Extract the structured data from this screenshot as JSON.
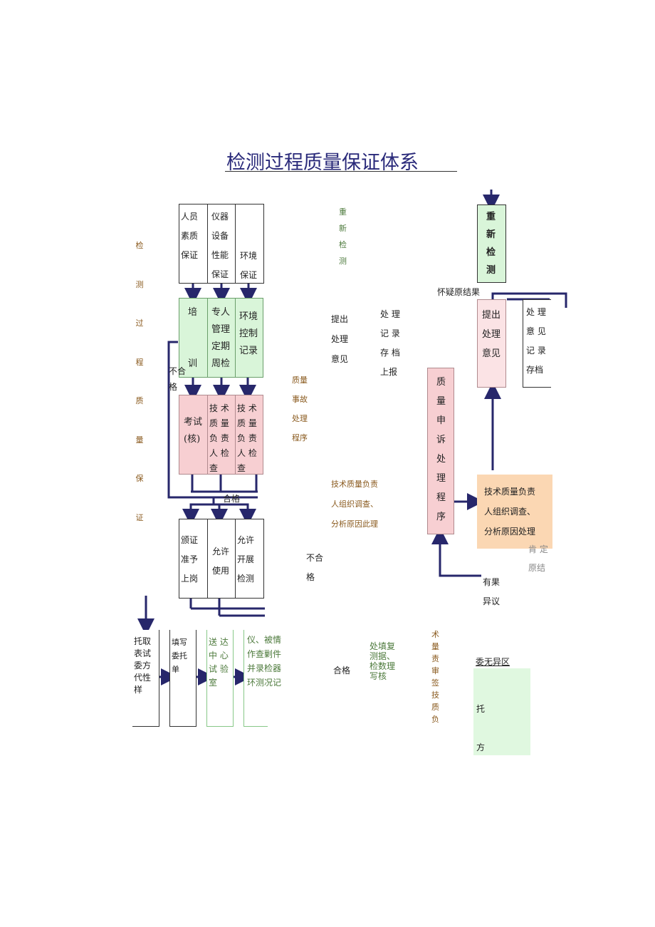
{
  "title": "检测过程质量保证体系",
  "left_vertical": [
    "检",
    "测",
    "过",
    "程",
    "质",
    "量",
    "保",
    "证"
  ],
  "top_boxes": [
    "人员\n素质\n保证",
    "仪器\n设备\n性能\n保证",
    "环境\n保证"
  ],
  "green_boxes": [
    "培\n\n\n训",
    "专人\n管理\n定期\n周检",
    "环境\n控制\n记录"
  ],
  "pink_boxes": [
    "考试\n(核)",
    "技 术\n质 量\n负 责\n人 检\n查",
    "技 术\n质 量\n负 责\n人 检\n查"
  ],
  "white_boxes": [
    "颁证\n准予\n上岗",
    "允许\n使用",
    "允许\n开展\n检测"
  ],
  "labels": {
    "bu_he_ge_left": "不合\n格",
    "he_ge_mid": "合格",
    "chong_xin_jian_ce": "重\n新\n检\n测",
    "ti_chu_chu_li_yi_jian": "提出\n处理\n意见",
    "chu_li_ji_lu": "处 理\n记 录\n存 档\n上报",
    "zhi_liang_shi_gu": "质量\n事故\n处理\n程序",
    "ji_shu_zhi_liang_mid": "技术质量负责\n人组织调查、\n分析原因此理",
    "bu_he_ge_mid": "不合\n格",
    "he_ge_bottom": "合格",
    "chu_tian_fu": "处填复\n测据、\n检数理\n写核",
    "shu_liang_fu_ze": "术\n量\n责\n审\n签\n技\n质\n负",
    "wei_wu_yi": "委无异区",
    "tuo_fang": "托\n\n方"
  },
  "bottom_boxes": [
    "托取\n表试\n委方\n代性\n样",
    "填写\n委托\n单",
    "送 达\n中 心\n试 验\n室",
    "仪、被情\n作查剿件\n并录检器\n环测况记"
  ],
  "right": {
    "chong_xin_box": "重\n新\n检\n测",
    "huai_yi": "怀疑原结果",
    "ti_chu_box": "提出\n处理\n意见",
    "chu_li_box": "处 理\n意 见\n记 录\n存档",
    "shen_su_box": "质\n量\n申\n诉\n处\n理\n程\n序",
    "ji_shu_box": "技术质量负责\n人组织调查、\n分析原因处理",
    "ken_ding": "肯 定\n原结",
    "you_yi_yi": "有果\n异议"
  },
  "colors": {
    "arrow": "#27276b",
    "green": "#d9f5d9",
    "pink": "#f7cfd2",
    "orange": "#fbd7b3"
  }
}
